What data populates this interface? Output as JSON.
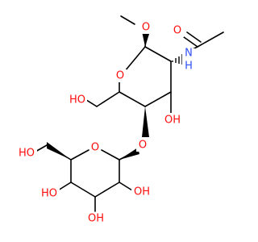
{
  "molecule": {
    "atom_labels": {
      "O_methoxy": "O",
      "O_ring_upper": "O",
      "O_acetyl": "O",
      "NH": "N\nH",
      "N": "N",
      "H_on_N": "H",
      "OH_c6_upper": "HO",
      "OH_c3": "OH",
      "O_glycosidic": "O",
      "O_ring_lower": "O",
      "OH_c6_lower": "HO",
      "OH_c4_lower": "HO",
      "OH_c2_lower": "OH",
      "OH_c3_lower": "OH"
    }
  },
  "colors": {
    "oxygen": "#ff0d0d",
    "nitrogen": "#3050f8",
    "bond": "#000000",
    "background": "#ffffff"
  }
}
